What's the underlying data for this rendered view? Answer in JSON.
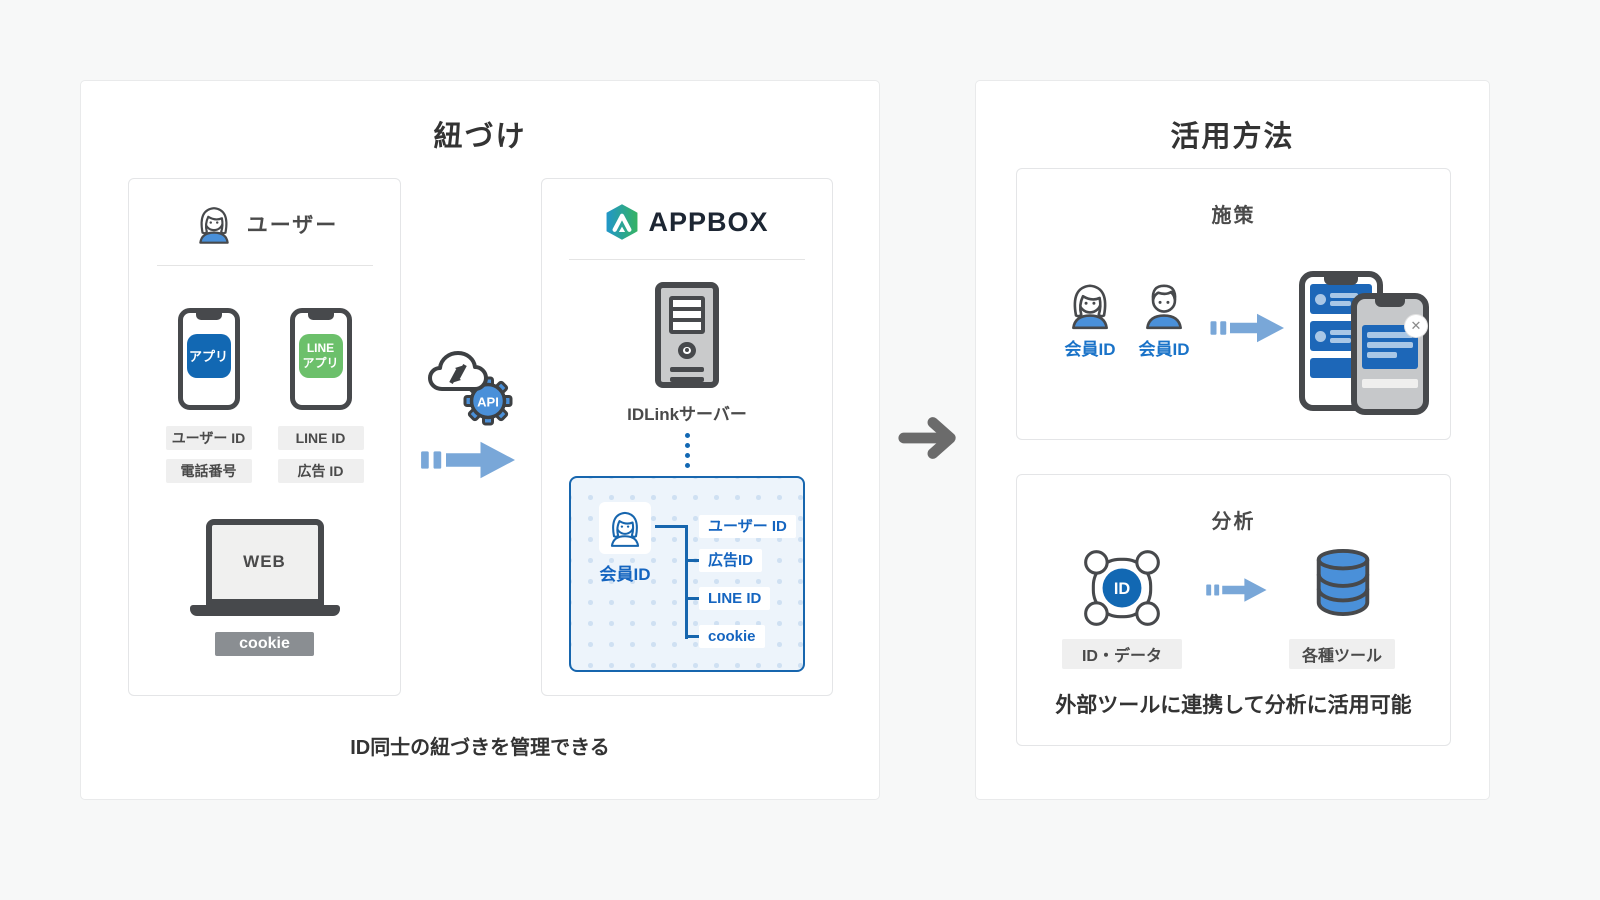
{
  "colors": {
    "page_bg": "#f7f8f8",
    "accent_blue": "#1268b3",
    "flow_arrow_blue": "#79a7d8",
    "icon_dark_gray": "#47494c",
    "line_green": "#6cc06b",
    "link_text_blue": "#1565c0",
    "link_box_bg": "#edf4fb",
    "link_box_border": "#1766ae",
    "badge_gray_bg": "#efefef",
    "cookie_bg": "#8a8e92",
    "brand_gradient": [
      "#2196c9",
      "#35b363"
    ]
  },
  "icons": {
    "user_woman": "woman-avatar",
    "user_man": "man-avatar",
    "api": "cloud-with-gear",
    "server": "tower-server",
    "laptop": "laptop",
    "phone": "smartphone",
    "database": "cylinder-stack",
    "id_network": "id-hub-circles",
    "arrow": "right-arrow"
  },
  "left_panel": {
    "title": "紐づけ",
    "caption": "ID同士の紐づきを管理できる",
    "api_badge": "API",
    "user_card": {
      "header": "ユーザー",
      "app_phone_label": "アプリ",
      "line_phone_label_1": "LINE",
      "line_phone_label_2": "アプリ",
      "id_labels_col1": [
        "ユーザー ID",
        "電話番号"
      ],
      "id_labels_col2": [
        "LINE ID",
        "広告 ID"
      ],
      "web_label": "WEB",
      "cookie_label": "cookie"
    },
    "appbox_card": {
      "brand": "APPBOX",
      "server_label": "IDLinkサーバー",
      "member_id_label": "会員ID",
      "linked_ids": [
        "ユーザー ID",
        "広告ID",
        "LINE ID",
        "cookie"
      ]
    }
  },
  "right_panel": {
    "title": "活用方法",
    "measure_card": {
      "heading": "施策",
      "member_label_1": "会員ID",
      "member_label_2": "会員ID"
    },
    "analysis_card": {
      "heading": "分析",
      "id_circle_label": "ID",
      "source_label": "ID・データ",
      "target_label": "各種ツール",
      "caption": "外部ツールに連携して分析に活用可能"
    }
  }
}
